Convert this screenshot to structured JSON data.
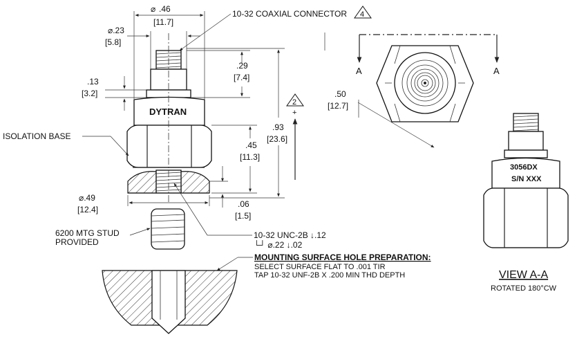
{
  "callouts": {
    "coaxial_connector": "10-32 COAXIAL CONNECTOR",
    "coaxial_note_number": "4",
    "isolation_base": "ISOLATION BASE",
    "brand": "DYTRAN",
    "mounting_stud_line1": "6200 MTG STUD",
    "mounting_stud_line2": "PROVIDED",
    "thread_spec": "10-32 UNC-2B ↓.12",
    "counterbore_spec": "└┘ ⌀.22 ↓.02",
    "axis_note_number": "2",
    "axis_sign": "+"
  },
  "dimensions": {
    "connector_dia": ".46",
    "connector_dia_mm": "[11.7]",
    "thread_dia": "⌀.23",
    "thread_dia_mm": "[5.8]",
    "shoulder": ".13",
    "shoulder_mm": "[3.2]",
    "connector_height": ".29",
    "connector_height_mm": "[7.4]",
    "overall_height": ".93",
    "overall_height_mm": "[23.6]",
    "hex_height": ".45",
    "hex_height_mm": "[11.3]",
    "base_dia": "⌀.49",
    "base_dia_mm": "[12.4]",
    "base_gap": ".06",
    "base_gap_mm": "[1.5]",
    "hex_flats": ".50",
    "hex_flats_mm": "[12.7]",
    "connector_dia_symbol": "⌀"
  },
  "mounting_note": {
    "title": "MOUNTING SURFACE HOLE PREPARATION:",
    "line1": "SELECT SURFACE FLAT TO .001 TIR",
    "line2": "TAP 10-32 UNF-2B X .200 MIN THD DEPTH"
  },
  "section_view": {
    "marker_left": "A",
    "marker_right": "A"
  },
  "view_aa": {
    "model": "3056DX",
    "serial": "S/N XXX",
    "title": "VIEW A-A",
    "subtitle": "ROTATED 180°CW"
  }
}
